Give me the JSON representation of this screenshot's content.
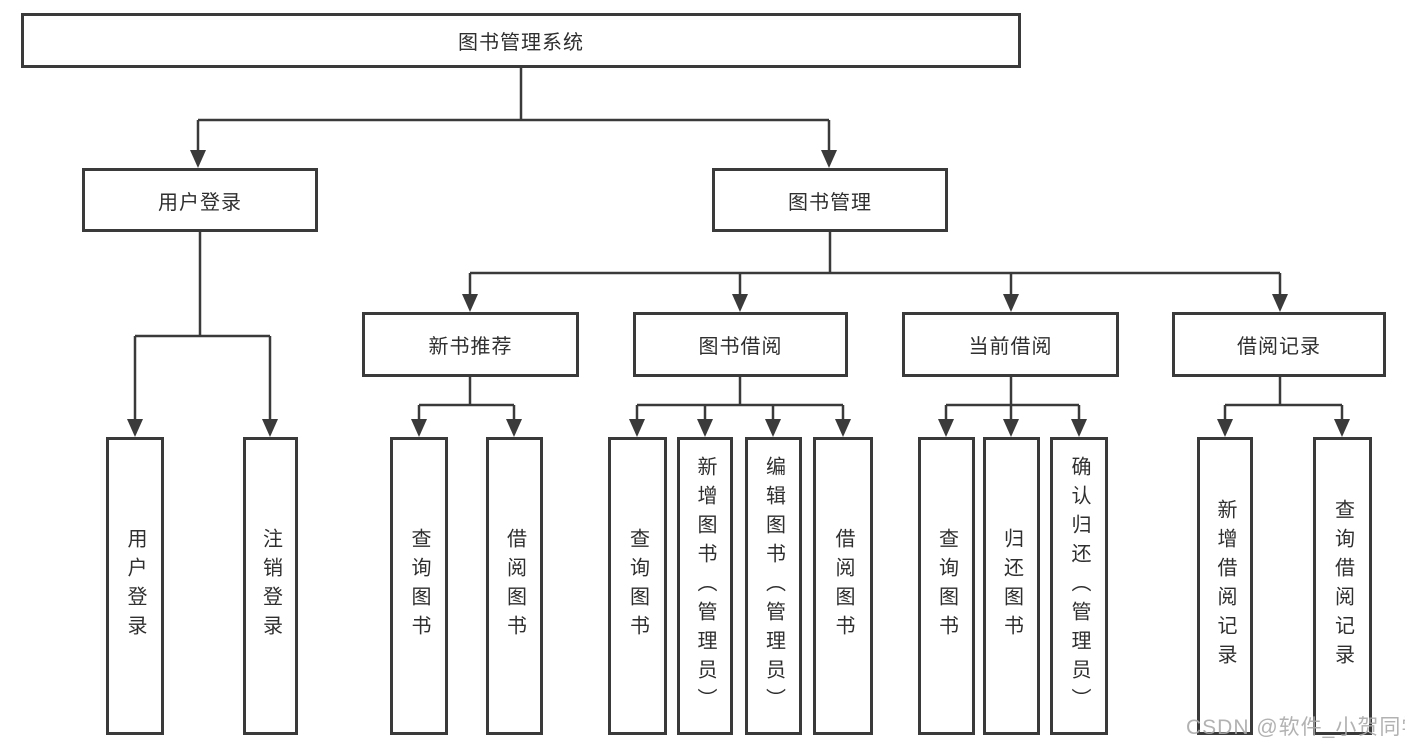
{
  "diagram": {
    "root": {
      "label": "图书管理系统"
    },
    "children": [
      {
        "label": "用户登录",
        "children": [
          {
            "label": "用户登录"
          },
          {
            "label": "注销登录"
          }
        ]
      },
      {
        "label": "图书管理",
        "children": [
          {
            "label": "新书推荐",
            "children": [
              {
                "label": "查询图书"
              },
              {
                "label": "借阅图书"
              }
            ]
          },
          {
            "label": "图书借阅",
            "children": [
              {
                "label": "查询图书"
              },
              {
                "label": "新增图书（管理员）"
              },
              {
                "label": "编辑图书（管理员）"
              },
              {
                "label": "借阅图书"
              }
            ]
          },
          {
            "label": "当前借阅",
            "children": [
              {
                "label": "查询图书"
              },
              {
                "label": "归还图书"
              },
              {
                "label": "确认归还（管理员）"
              }
            ]
          },
          {
            "label": "借阅记录",
            "children": [
              {
                "label": "新增借阅记录"
              },
              {
                "label": "查询借阅记录"
              }
            ]
          }
        ]
      }
    ]
  },
  "watermark": "CSDN @软件_小贺同学",
  "colors": {
    "line": "#3a3a3a",
    "text": "#2f2f2f",
    "background": "#ffffff",
    "watermark": "#aaaaaa"
  }
}
